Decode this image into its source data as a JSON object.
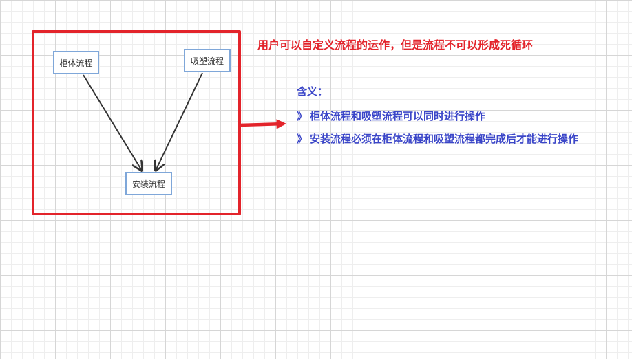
{
  "diagram": {
    "nodes": {
      "cabinet": "柜体流程",
      "plastic": "吸塑流程",
      "install": "安装流程"
    }
  },
  "annotation": {
    "headline": "用户可以自定义流程的运作，但是流程不可以形成死循环",
    "meaning_title": "含义：",
    "bullet_glyph": "》",
    "items": [
      "柜体流程和吸塑流程可以同时进行操作",
      "安装流程必须在柜体流程和吸塑流程都完成后才能进行操作"
    ]
  },
  "colors": {
    "frame": "#e3242b",
    "headline": "#e3242b",
    "note_text": "#3b46c8",
    "node_border": "#7fa7d9",
    "connector": "#333333"
  }
}
